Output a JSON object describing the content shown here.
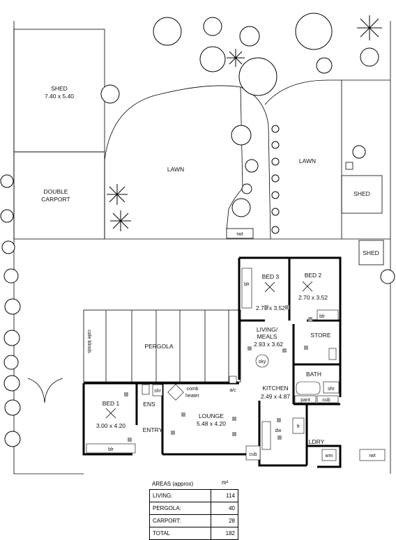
{
  "labels": {
    "shed_big": "SHED",
    "shed_big_dim": "7.40 x 5.40",
    "double_carport_1": "DOUBLE",
    "double_carport_2": "CARPORT",
    "lawn_left": "LAWN",
    "lawn_right": "LAWN",
    "shed_small_1": "SHED",
    "shed_small_2": "SHED",
    "rwt_top": "rwt",
    "rwt_bottom": "rwt",
    "pergola": "PERGOLA",
    "cafe_blinds": "cafe blinds",
    "bed3": "BED 3",
    "bed3_dim": "2.70 x 3.52",
    "bed2": "BED 2",
    "bed2_dim": "2.70 x 3.52",
    "blr_bed3": "blr",
    "blr_bed2": "blr",
    "living_meals_1": "LIVING/",
    "living_meals_2": "MEALS",
    "living_meals_dim": "2.93 x 3.62",
    "store": "STORE",
    "sky": "sky",
    "bath": "BATH",
    "shr_bath": "shr",
    "kitchen": "KITCHEN",
    "kitchen_dim": "2.49 x 4.87",
    "pant": "pant",
    "cub_kitchen": "cub",
    "dw": "dw",
    "fr": "fr",
    "ldry": "LDRY",
    "wm": "wm",
    "cub_lounge": "cub",
    "ac": "a/c",
    "comb_heater_1": "comb",
    "comb_heater_2": "heater",
    "lounge": "LOUNGE",
    "lounge_dim": "5.48 x 4.20",
    "bed1": "BED 1",
    "bed1_dim": "3.00 x 4.20",
    "blr_bed1": "blr",
    "ens": "ENS",
    "shr_ens": "shr",
    "entry": "ENTRY"
  },
  "areas": {
    "title": "AREAS (approx)",
    "unit": "m²",
    "rows": [
      {
        "label": "LIVING:",
        "value": "114"
      },
      {
        "label": "PERGOLA:",
        "value": "40"
      },
      {
        "label": "CARPORT:",
        "value": "28"
      },
      {
        "label": "TOTAL",
        "value": "182"
      }
    ]
  }
}
